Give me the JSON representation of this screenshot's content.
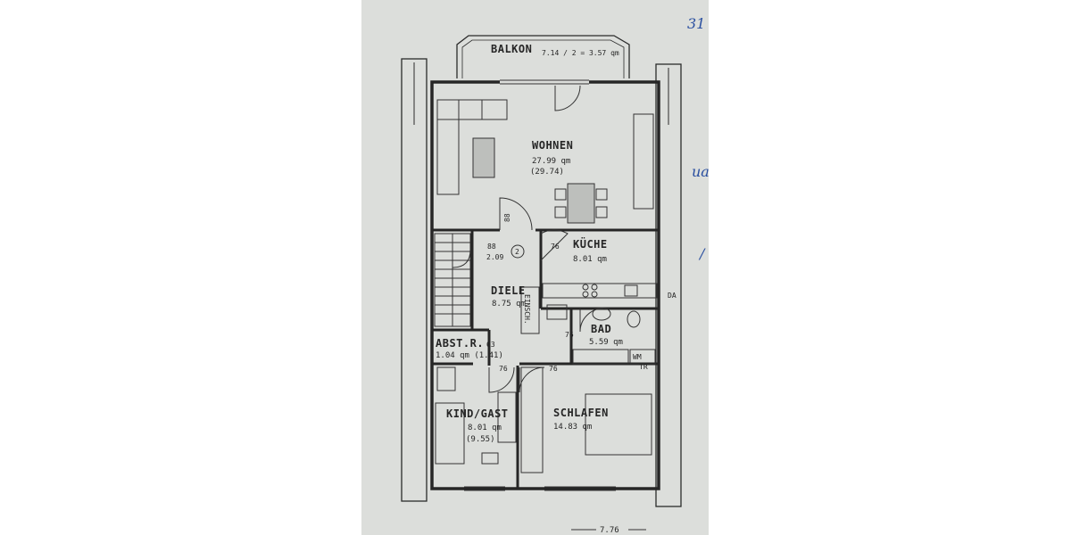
{
  "plan": {
    "balcony": {
      "name": "BALKON",
      "area": "7.14 / 2 = 3.57 qm"
    },
    "rooms": [
      {
        "id": "wohnen",
        "name": "WOHNEN",
        "area": "27.99 qm",
        "area_alt": "(29.74)"
      },
      {
        "id": "kueche",
        "name": "KÜCHE",
        "area": "8.01 qm"
      },
      {
        "id": "diele",
        "name": "DIELE",
        "area": "8.75 qm"
      },
      {
        "id": "bad",
        "name": "BAD",
        "area": "5.59 qm"
      },
      {
        "id": "abstr",
        "name": "ABST.R.",
        "area": "1.04 qm (1.41)"
      },
      {
        "id": "kind",
        "name": "KIND/GAST",
        "area": "8.01 qm",
        "area_alt": "(9.55)"
      },
      {
        "id": "schlafen",
        "name": "SCHLAFEN",
        "area": "14.83 qm"
      }
    ],
    "entry": {
      "width": "88",
      "area": "2.09",
      "marker": "2"
    },
    "door_widths": {
      "wohnen": "88",
      "kueche": "76",
      "abstr": "63",
      "bad": "76",
      "kind": "76",
      "schlafen": "76"
    },
    "fixtures": {
      "einsch": "EINSCH.",
      "wm": "WM",
      "tr": "TR",
      "da": "DA"
    },
    "dimension_width": "7.76",
    "page_corner": "31",
    "handwriting": [
      "ua",
      "/"
    ]
  }
}
